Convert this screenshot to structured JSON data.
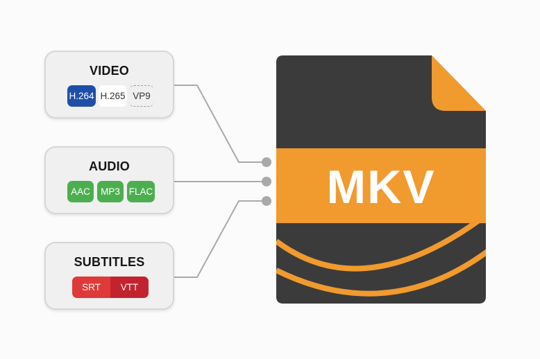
{
  "groups": {
    "video": {
      "title": "VIDEO",
      "codecs": [
        "H.264",
        "H.265",
        "VP9"
      ]
    },
    "audio": {
      "title": "AUDIO",
      "codecs": [
        "AAC",
        "MP3",
        "FLAC"
      ]
    },
    "subtitles": {
      "title": "SUBTITLES",
      "formats": [
        "SRT",
        "VTT"
      ]
    }
  },
  "file": {
    "label": "MKV"
  },
  "colors": {
    "orange": "#f19a2e",
    "dark": "#3b3b3b",
    "h264_blue": "#1e4fa8",
    "audio_green": "#4caf4f",
    "srt_red": "#e0393a",
    "vtt_red": "#c3232f",
    "connector_gray": "#a9a9a9"
  },
  "icons": {
    "file": "document-icon",
    "port": "dot-icon"
  }
}
